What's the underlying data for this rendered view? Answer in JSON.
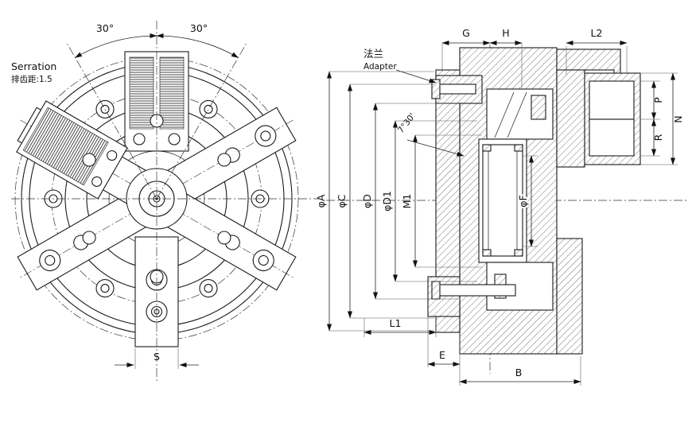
{
  "drawing": {
    "front_view": {
      "serration_label": "Serration",
      "serration_pitch": "排齿距:1.5",
      "angle_left": "30°",
      "angle_right": "30°",
      "dim_s": "S"
    },
    "section_view": {
      "flange_cn": "法兰",
      "flange_en": "Adapter",
      "taper_angle": "7°30'",
      "dims": {
        "a": "φA",
        "c": "φC",
        "d": "φD",
        "d1": "φD1",
        "m1": "M1",
        "f": "φF",
        "g": "G",
        "h": "H",
        "l2": "L2",
        "n": "N",
        "p": "P",
        "r": "R",
        "l1": "L1",
        "e": "E",
        "b": "B"
      }
    },
    "colors": {
      "line": "#1a1a1a",
      "background": "#ffffff"
    }
  }
}
